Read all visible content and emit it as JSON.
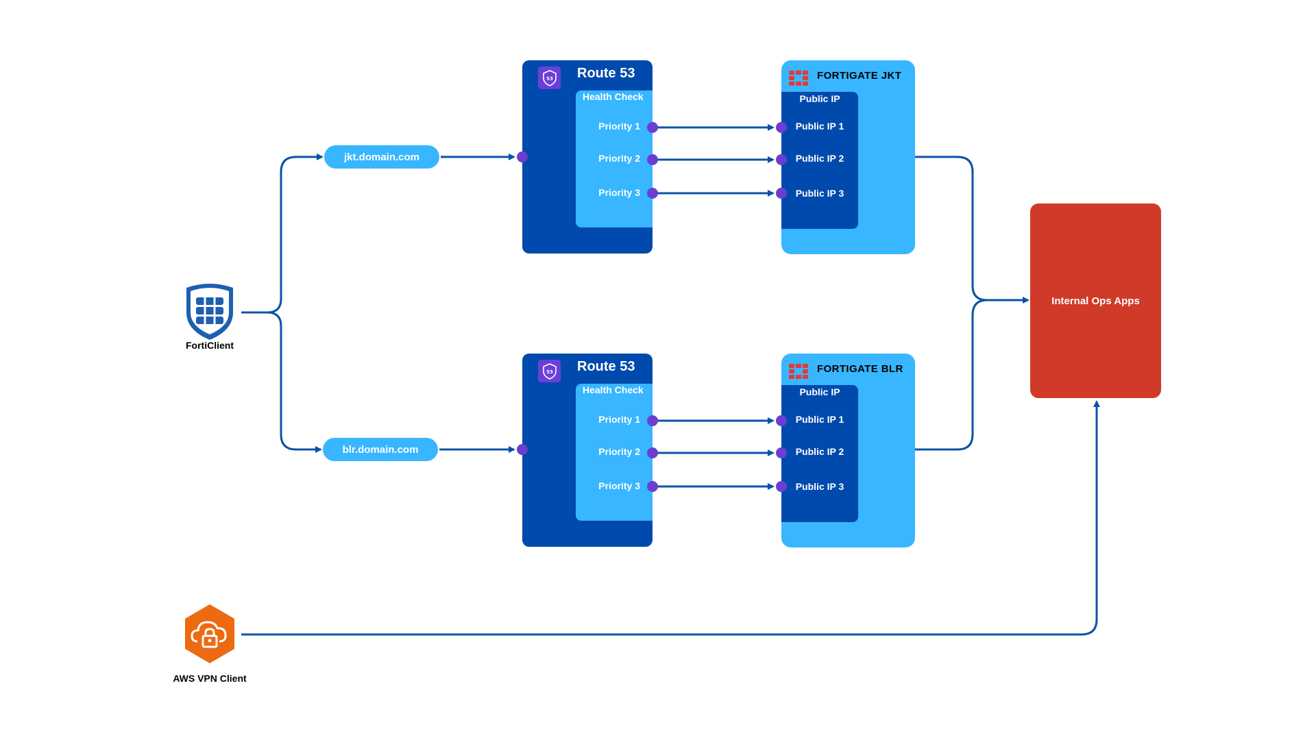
{
  "client_forti": {
    "label": "FortiClient",
    "icon": "forticlient-shield-icon"
  },
  "client_aws": {
    "label": "AWS VPN Client",
    "icon": "aws-vpn-lock-cloud-icon"
  },
  "domains": {
    "jkt": "jkt.domain.com",
    "blr": "blr.domain.com"
  },
  "route53": [
    {
      "title": "Route 53",
      "health_check": "Health Check",
      "priorities": [
        "Priority 1",
        "Priority 2",
        "Priority 3"
      ]
    },
    {
      "title": "Route 53",
      "health_check": "Health Check",
      "priorities": [
        "Priority 1",
        "Priority 2",
        "Priority 3"
      ]
    }
  ],
  "fortigates": [
    {
      "title": "FORTIGATE JKT",
      "panel_title": "Public IP",
      "ips": [
        "Public IP 1",
        "Public IP 2",
        "Public IP 3"
      ]
    },
    {
      "title": "FORTIGATE BLR",
      "panel_title": "Public IP",
      "ips": [
        "Public IP 1",
        "Public IP 2",
        "Public IP 3"
      ]
    }
  ],
  "destination": {
    "label": "Internal Ops Apps"
  },
  "colors": {
    "dark_blue": "#004aad",
    "light_blue": "#38b6ff",
    "connector": "#0a53a8",
    "dot": "#6a3ed0",
    "app_red": "#d03a28",
    "aws_orange": "#ec6a12",
    "fortinet_red": "#e53935"
  }
}
